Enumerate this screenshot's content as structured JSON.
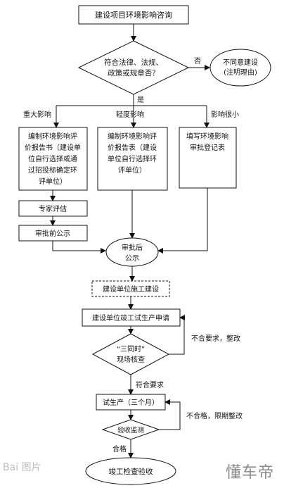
{
  "diagram": {
    "start": "建设项目环境影响咨询",
    "decision_law": [
      "符合法律、法规、",
      "政策或规章否？"
    ],
    "label_no": "否",
    "reject": [
      "不同意建设",
      "(注明理由)"
    ],
    "label_yes": "是",
    "branch_major": "重大影响",
    "branch_minor": "轻度影响",
    "branch_small": "影响很小",
    "box_report_book": [
      "编制环境影响评",
      "价报告书（建设单",
      "位自行选择或通",
      "过招投标确定环",
      "评单位）"
    ],
    "box_report_table": [
      "编制环境影响评",
      "价报告表（建设",
      "单位自行选择环",
      "评单位）"
    ],
    "box_register": [
      "填写环境影响",
      "审批登记表"
    ],
    "expert": "专家评估",
    "pre_approval": "审批前公示",
    "post_approval": [
      "审批后",
      "公示"
    ],
    "construction": "建设单位施工建设",
    "apply_trial": "建设单位竣工试生产申请",
    "label_fail1": "不合要求，整改",
    "decision_three": [
      "“三同时”",
      "现场核查"
    ],
    "label_pass": "符合要求",
    "trial_production": "试生产（三个月）",
    "label_fail2": "不合格，限期整改",
    "monitoring": "验收监测",
    "label_qualified": "合格",
    "final": "竣工检查验收"
  },
  "watermark": {
    "baidu": "Bai 图片",
    "brand": "懂车帝"
  }
}
